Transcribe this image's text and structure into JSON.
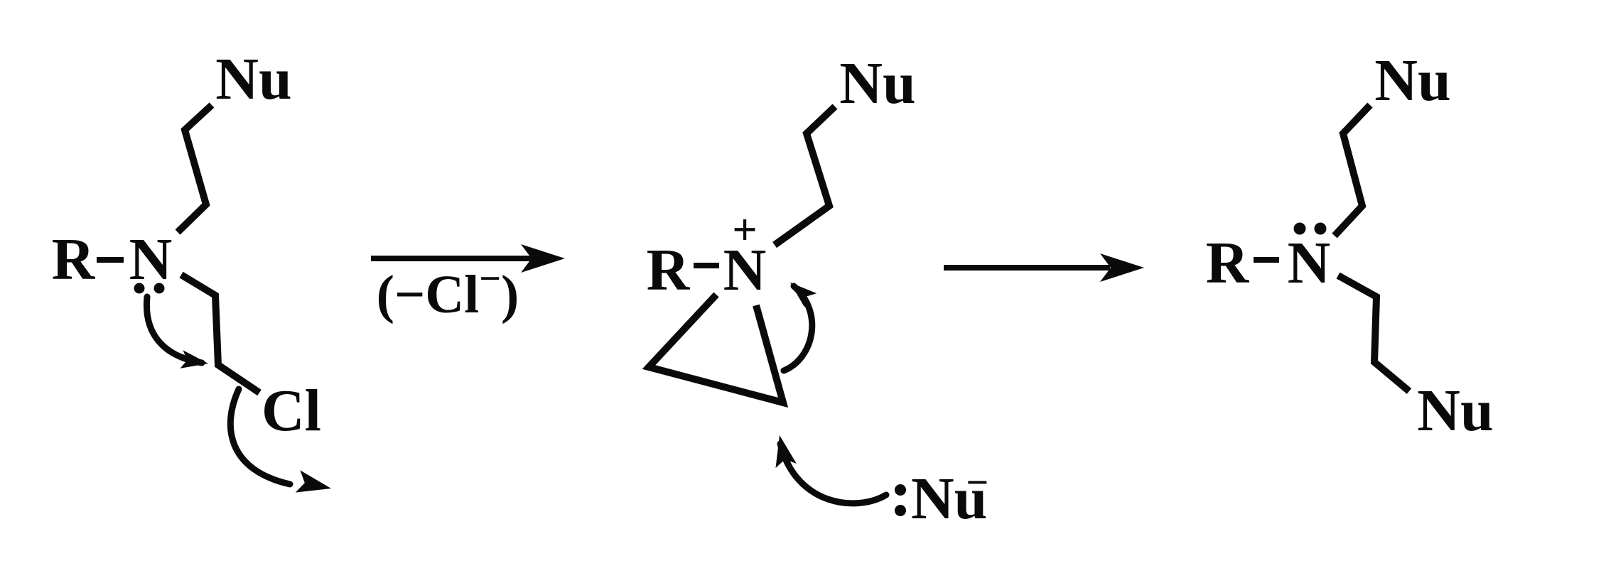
{
  "colors": {
    "background": "#ffffff",
    "ink": "#0a0a0a"
  },
  "figure": {
    "type": "reaction-mechanism-scheme",
    "reactant": {
      "nu_label": "Nu",
      "r_label": "R",
      "n_label": "N",
      "cl_label": "Cl",
      "icons": [
        "lone-pair-dots",
        "curved-arrow-n-attacks-carbon",
        "curved-arrow-chloride-leaves"
      ]
    },
    "step1_arrow": {
      "caption_open": "(−Cl",
      "caption_charge_sup": "−",
      "caption_close": ")",
      "icon": "right-arrow"
    },
    "intermediate": {
      "plus_charge": "+",
      "r_label": "R",
      "n_label": "N",
      "nu_label": "Nu",
      "icons": [
        "aziridinium-ring",
        "curved-arrow-ring-opening"
      ]
    },
    "nucleophile": {
      "label": "Nu",
      "charge_sup": "−",
      "icons": [
        "lone-pair-dots",
        "curved-arrow-nucleophile-attack"
      ]
    },
    "step2_arrow": {
      "icon": "right-arrow"
    },
    "product": {
      "r_label": "R",
      "n_label": "N",
      "nu_top_label": "Nu",
      "nu_bottom_label": "Nu",
      "icons": [
        "lone-pair-dots"
      ]
    }
  }
}
